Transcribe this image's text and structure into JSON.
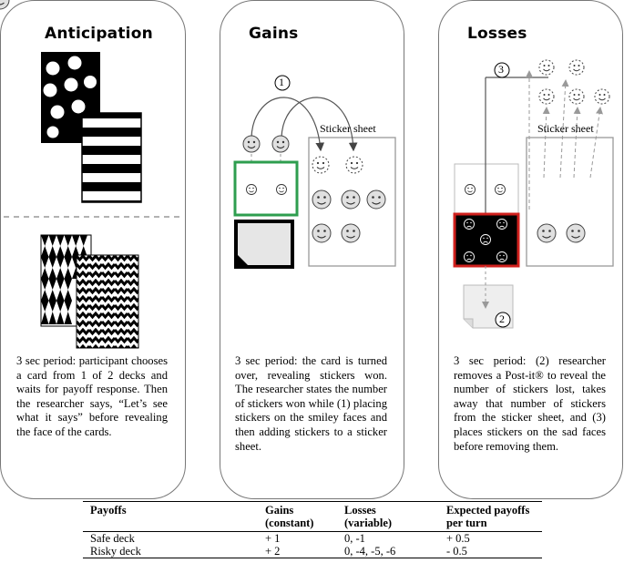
{
  "panels": [
    {
      "title": "Anticipation",
      "description": "3 sec period: participant chooses a card from 1 of 2 decks and waits for payoff response. Then the researcher says, “Let’s see what it says” before revealing the face of the cards."
    },
    {
      "title": "Gains",
      "sticker_sheet_label": "Sticker sheet",
      "step_label": "1",
      "description": "3 sec period: the card is turned over, revealing stickers won. The researcher states the number of stickers won while (1) placing stickers on the smiley faces and then adding stickers to a sticker sheet."
    },
    {
      "title": "Losses",
      "sticker_sheet_label": "Sticker sheet",
      "step_label_3": "3",
      "step_label_2": "2",
      "description": "3 sec period: (2) researcher removes a Post-it® to reveal the number of stickers lost, takes away that number of stickers from the sticker sheet, and (3) places stickers on the sad faces before removing them."
    }
  ],
  "colors": {
    "gains_highlight": "#2e9e4f",
    "losses_highlight": "#d0201d",
    "panel_border": "#777777",
    "arrow": "#999999"
  },
  "icons": [
    "smiley-face-icon",
    "sad-face-icon",
    "dashed-smiley-icon",
    "post-it-note-icon",
    "patterned-card-icon"
  ],
  "table": {
    "headers": [
      "Payoffs",
      "Gains\n(constant)",
      "Losses\n(variable)",
      "Expected payoffs\nper turn"
    ],
    "rows": [
      [
        "Safe deck",
        "+ 1",
        "0, -1",
        "+ 0.5"
      ],
      [
        "Risky deck",
        "+ 2",
        "0, -4, -5, -6",
        "- 0.5"
      ]
    ]
  }
}
